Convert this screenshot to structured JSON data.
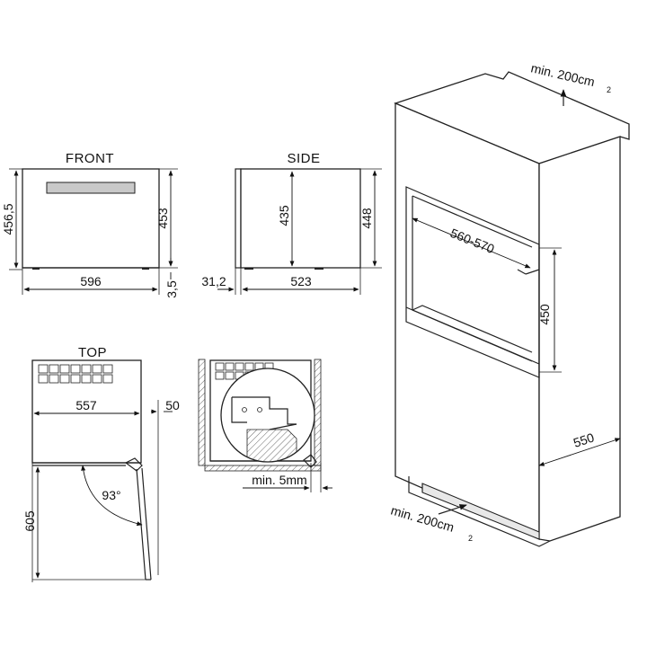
{
  "views": {
    "front": {
      "title": "FRONT",
      "height_total": "456,5",
      "height_body": "453",
      "width": "596",
      "foot_height": "3,5"
    },
    "side": {
      "title": "SIDE",
      "height_inner": "435",
      "height_body": "448",
      "front_depth": "31,2",
      "depth": "523"
    },
    "top": {
      "title": "TOP",
      "inner_width": "557",
      "door_offset": "50",
      "opening_angle": "93°",
      "door_swing": "605"
    },
    "detail": {
      "min_gap": "min. 5mm"
    },
    "cabinet": {
      "vent_top": "min. 200cm",
      "vent_top_sup": "2",
      "niche_width": "560-570",
      "niche_height": "450",
      "cabinet_depth": "550",
      "vent_bottom": "min. 200cm",
      "vent_bottom_sup": "2"
    }
  }
}
